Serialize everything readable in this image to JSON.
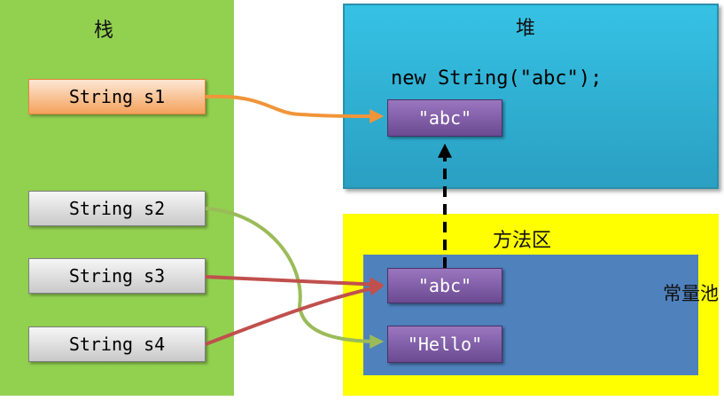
{
  "stack": {
    "title": "栈"
  },
  "heap": {
    "title": "堆",
    "code": "new String(\"abc\");",
    "object_label": "\"abc\""
  },
  "method_area": {
    "title": "方法区"
  },
  "constant_pool": {
    "title": "常量池",
    "objects": [
      "\"abc\"",
      "\"Hello\""
    ]
  },
  "variables": [
    "String s1",
    "String s2",
    "String s3",
    "String s4"
  ],
  "colors": {
    "stack": "#92d050",
    "heap": "#31b4d9",
    "method_area": "#ffff00",
    "constant_pool": "#4f81bd",
    "object": "#7f5fa6",
    "arrow_orange": "#f0953a",
    "arrow_green": "#9bbb59",
    "arrow_red": "#c0504d",
    "arrow_dashed": "#000000"
  }
}
